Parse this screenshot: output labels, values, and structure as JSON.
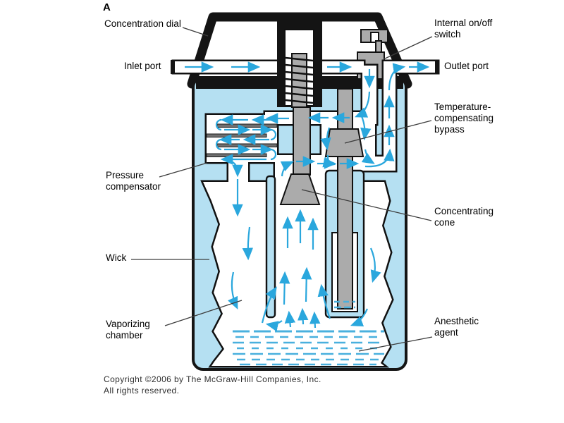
{
  "figure": {
    "panel_label": "A",
    "labels": {
      "concentration_dial": "Concentration dial",
      "inlet_port": "Inlet port",
      "internal_switch": "Internal on/off switch",
      "outlet_port": "Outlet port",
      "temperature_bypass": "Temperature-compensating bypass",
      "pressure_compensator": "Pressure compensator",
      "concentrating_cone": "Concentrating cone",
      "wick": "Wick",
      "vaporizing_chamber": "Vaporizing chamber",
      "anesthetic_agent": "Anesthetic agent"
    }
  },
  "copyright": {
    "line1": "Copyright ©2006 by The McGraw-Hill Companies, Inc.",
    "line2": "All rights reserved."
  },
  "colors": {
    "cap_black": "#141414",
    "outline": "#111111",
    "body_fill": "#b5e0f2",
    "flow": "#2aa7dd",
    "liquid": "#49b0de",
    "metal_gray": "#ababab"
  }
}
